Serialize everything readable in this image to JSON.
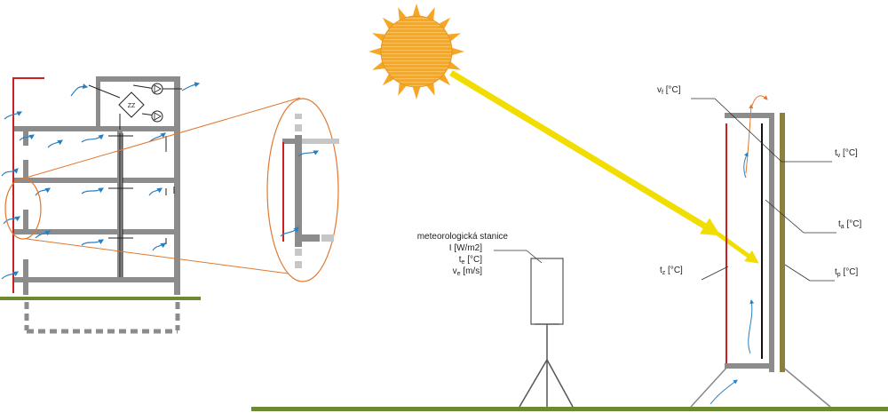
{
  "labels": {
    "station_name": "meteorologická stanice",
    "station_irradiance": "I [W/m2]",
    "station_temp_prefix": "t",
    "station_temp_sub": "e",
    "station_temp_unit": " [°C]",
    "station_wind_prefix": "v",
    "station_wind_sub": "e",
    "station_wind_unit": " [m/s]",
    "unit_temp_label": " [°C]",
    "v_f_prefix": "v",
    "v_f_sub": "f",
    "t_v_prefix": "t",
    "t_v_sub": "v",
    "t_a_prefix": "t",
    "t_a_sub": "a",
    "t_z_prefix": "t",
    "t_z_sub": "z",
    "t_p_prefix": "t",
    "t_p_sub": "p",
    "zz_unit": "ZZ"
  },
  "colors": {
    "wall_gray": "#8c8c8c",
    "dashed_gray": "#b8b8b8",
    "red_layer": "#cc2020",
    "air_blue": "#2a7fc0",
    "orange": "#e07830",
    "sun_fill": "#f6a623",
    "sun_ray": "#f2dd00",
    "ground": "#6c8a30",
    "panel_olive": "#8b8040",
    "label_line": "#333333"
  },
  "icons": [
    "sun-icon",
    "pump-icon",
    "heat-exchanger-icon",
    "air-flow-arrow-icon",
    "weather-station-icon"
  ]
}
